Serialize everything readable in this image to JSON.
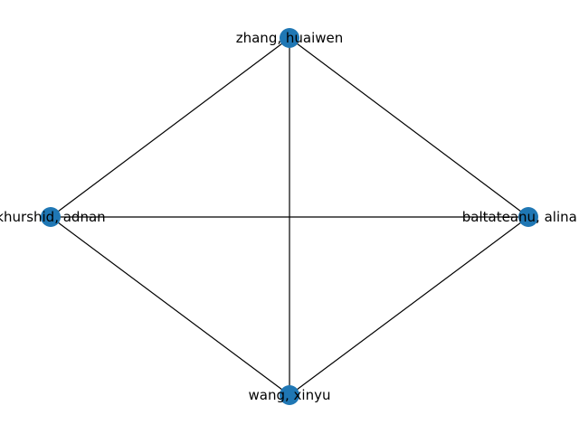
{
  "graph": {
    "node_color": "#1f77b4",
    "edge_color": "#000000",
    "background": "#ffffff",
    "nodes": [
      {
        "id": "zhang",
        "label": "zhang, huaiwen"
      },
      {
        "id": "khurshid",
        "label": "khurshid, adnan"
      },
      {
        "id": "baltateanu",
        "label": "baltateanu, alina m"
      },
      {
        "id": "wang",
        "label": "wang, xinyu"
      }
    ],
    "edges": [
      {
        "source": "zhang",
        "target": "khurshid"
      },
      {
        "source": "zhang",
        "target": "baltateanu"
      },
      {
        "source": "zhang",
        "target": "wang"
      },
      {
        "source": "khurshid",
        "target": "baltateanu"
      },
      {
        "source": "khurshid",
        "target": "wang"
      },
      {
        "source": "baltateanu",
        "target": "wang"
      }
    ]
  }
}
